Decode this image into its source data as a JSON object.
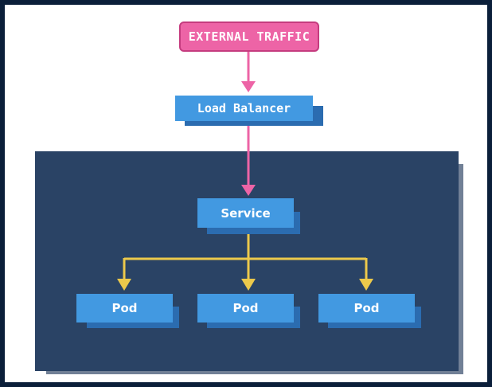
{
  "diagram": {
    "external": {
      "label": "EXTERNAL TRAFFIC"
    },
    "load_balancer": {
      "label": "Load Balancer"
    },
    "service": {
      "label": "Service"
    },
    "pods": [
      {
        "label": "Pod"
      },
      {
        "label": "Pod"
      },
      {
        "label": "Pod"
      }
    ]
  },
  "colors": {
    "background": "#0b1f3a",
    "canvas": "#ffffff",
    "cluster": "#2a4365",
    "cluster_shadow": "#718096",
    "node": "#4299e1",
    "node_shadow": "#2b6cb0",
    "external": "#ed64a6",
    "external_border": "#c53c7f",
    "external_text": "#ffffff",
    "pink_arrow": "#ed64a6",
    "yellow_arrow": "#ecc94b"
  }
}
